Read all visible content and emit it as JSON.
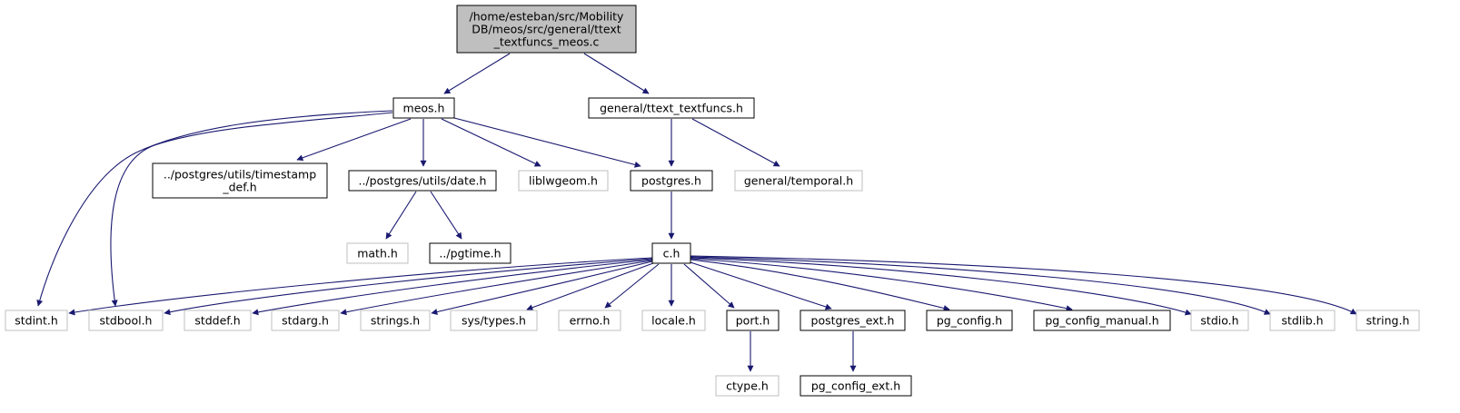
{
  "colors": {
    "edge": "#191970",
    "root_fill": "#bfbfbf",
    "box_stroke": "#000000",
    "gray_stroke": "#bfbfbf"
  },
  "nodes": {
    "root": [
      "/home/esteban/src/Mobility",
      "DB/meos/src/general/ttext",
      "_textfuncs_meos.c"
    ],
    "meos_h": [
      "meos.h"
    ],
    "ttext_textfuncs_h": [
      "general/ttext_textfuncs.h"
    ],
    "timestamp_def_h": [
      "../postgres/utils/timestamp",
      "_def.h"
    ],
    "date_h": [
      "../postgres/utils/date.h"
    ],
    "liblwgeom_h": [
      "liblwgeom.h"
    ],
    "postgres_h": [
      "postgres.h"
    ],
    "temporal_h": [
      "general/temporal.h"
    ],
    "math_h": [
      "math.h"
    ],
    "pgtime_h": [
      "../pgtime.h"
    ],
    "c_h": [
      "c.h"
    ],
    "stdint_h": [
      "stdint.h"
    ],
    "stdbool_h": [
      "stdbool.h"
    ],
    "stddef_h": [
      "stddef.h"
    ],
    "stdarg_h": [
      "stdarg.h"
    ],
    "strings_h": [
      "strings.h"
    ],
    "sys_types_h": [
      "sys/types.h"
    ],
    "errno_h": [
      "errno.h"
    ],
    "locale_h": [
      "locale.h"
    ],
    "port_h": [
      "port.h"
    ],
    "postgres_ext_h": [
      "postgres_ext.h"
    ],
    "pg_config_h": [
      "pg_config.h"
    ],
    "pg_config_manual_h": [
      "pg_config_manual.h"
    ],
    "stdio_h": [
      "stdio.h"
    ],
    "stdlib_h": [
      "stdlib.h"
    ],
    "string_h": [
      "string.h"
    ],
    "ctype_h": [
      "ctype.h"
    ],
    "pg_config_ext_h": [
      "pg_config_ext.h"
    ]
  }
}
